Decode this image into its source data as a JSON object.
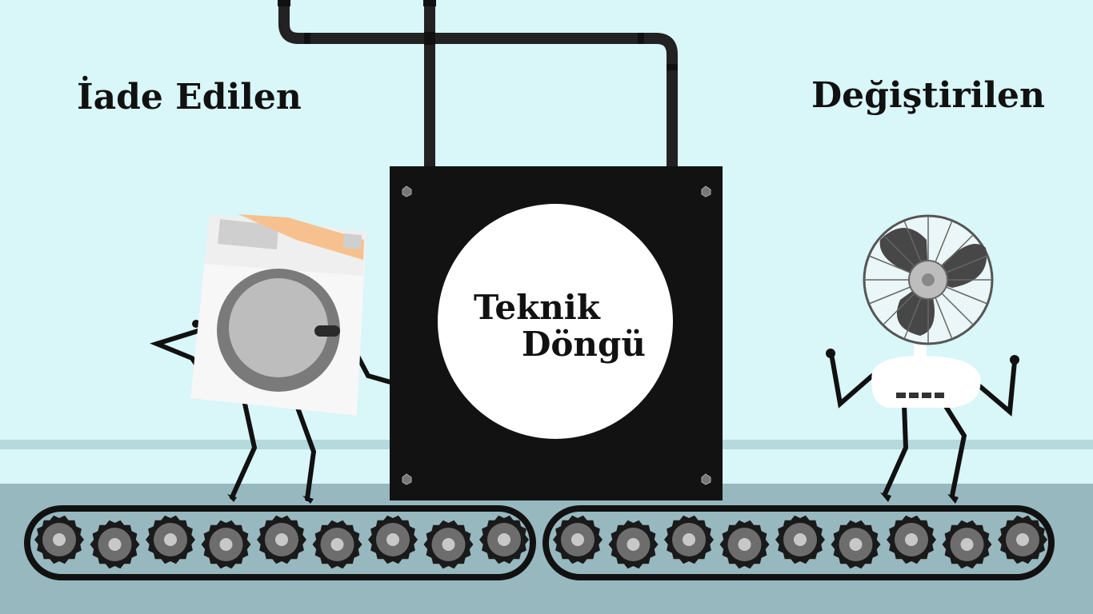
{
  "labels": {
    "returned": "İade Edilen",
    "replaced": "Değiştirilen"
  },
  "machine": {
    "line1": "Teknik",
    "line2": "Döngü"
  },
  "colors": {
    "sky": "#d9f6f8",
    "floor": "#97b8bf",
    "machine": "#111111"
  },
  "icons": {
    "left_character": "washing-machine-icon",
    "right_character": "fan-icon"
  }
}
